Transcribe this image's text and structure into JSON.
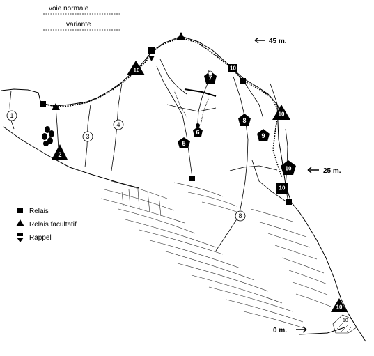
{
  "header": {
    "normal_route": "voie normale",
    "variant": "variante"
  },
  "legend": {
    "relay": "Relais",
    "optional_relay": "Relais facultatif",
    "rappel": "Rappel"
  },
  "heights": {
    "top": "45 m.",
    "middle": "25 m.",
    "bottom": "0 m."
  },
  "route_numbers": {
    "r1": "1",
    "r3": "3",
    "r4": "4",
    "r8": "8",
    "t2": "2",
    "p5": "5",
    "p6": "6",
    "p7": "7",
    "p8": "8",
    "p9": "9",
    "k10a": "10",
    "k10b": "10",
    "t10a": "10",
    "t10b": "10",
    "t10c": "10",
    "p10": "10",
    "s10": "10"
  }
}
